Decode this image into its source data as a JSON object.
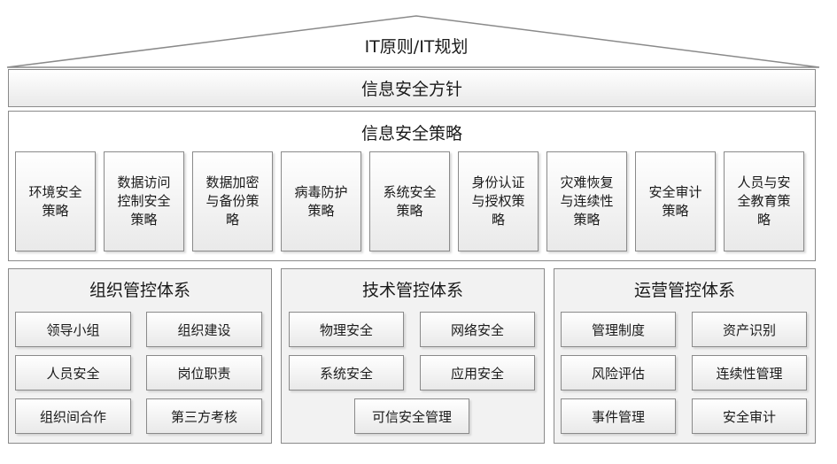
{
  "roof": {
    "title": "IT原则/IT规划"
  },
  "guideline": {
    "title": "信息安全方针"
  },
  "strategy": {
    "title": "信息安全策略",
    "items": [
      "环境安全\n策略",
      "数据访问\n控制安全\n策略",
      "数据加密\n与备份策\n略",
      "病毒防护\n策略",
      "系统安全\n策略",
      "身份认证\n与授权策\n略",
      "灾难恢复\n与连续性\n策略",
      "安全审计\n策略",
      "人员与安\n全教育策\n略"
    ]
  },
  "systems": [
    {
      "title": "组织管控体系",
      "items": [
        "领导小组",
        "组织建设",
        "人员安全",
        "岗位职责",
        "组织间合作",
        "第三方考核"
      ]
    },
    {
      "title": "技术管控体系",
      "items": [
        "物理安全",
        "网络安全",
        "系统安全",
        "应用安全",
        "可信安全管理"
      ]
    },
    {
      "title": "运营管控体系",
      "items": [
        "管理制度",
        "资产识别",
        "风险评估",
        "连续性管理",
        "事件管理",
        "安全审计"
      ]
    }
  ]
}
